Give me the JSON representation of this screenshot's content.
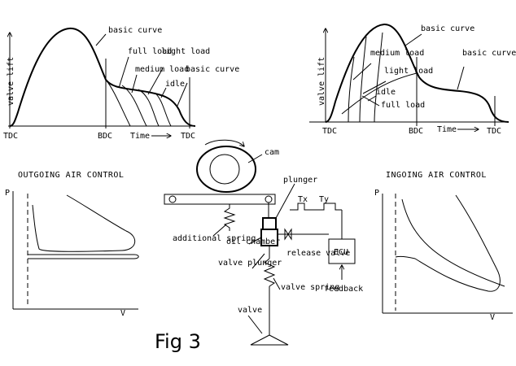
{
  "figure_label": "Fig 3",
  "top_left": {
    "y_axis": "valve lift",
    "x_ticks": [
      "TDC",
      "BDC",
      "TDC"
    ],
    "x_axis": "Time",
    "labels": [
      "basic curve",
      "full load",
      "medium load",
      "light load",
      "idle",
      "basic curve"
    ]
  },
  "top_right": {
    "y_axis": "valve lift",
    "x_ticks": [
      "TDC",
      "BDC",
      "TDC"
    ],
    "x_axis": "Time",
    "labels": [
      "basic curve",
      "medium load",
      "light load",
      "idle",
      "full load",
      "basic curve"
    ]
  },
  "left_pv": {
    "title": "OUTGOING AIR CONTROL",
    "y_axis": "P",
    "x_axis": "V"
  },
  "right_pv": {
    "title": "INGOING AIR CONTROL",
    "y_axis": "P",
    "x_axis": "V"
  },
  "mechanism": {
    "cam": "cam",
    "plunger": "plunger",
    "additional_spring": "additional spring",
    "oil_chamber": "oil chamber",
    "release_valve": "release valve",
    "valve_plunger": "valve plunger",
    "valve_spring": "valve spring",
    "valve": "valve",
    "ecu": "ECU",
    "feedback": "feedback",
    "pulse_tx": "Tx",
    "pulse_ty": "Ty"
  }
}
